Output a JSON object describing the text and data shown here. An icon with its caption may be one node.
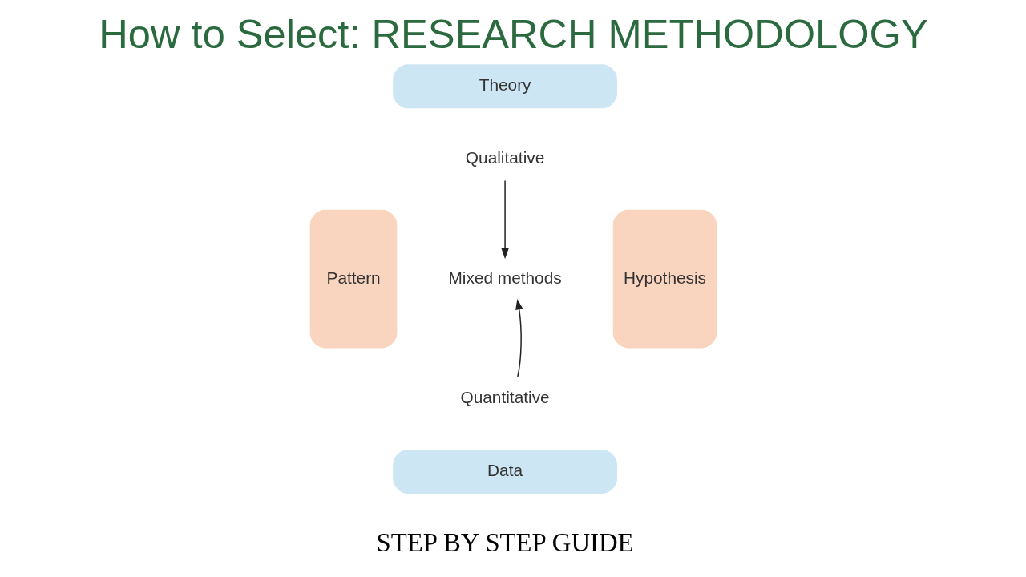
{
  "diagram": {
    "title": "How to Select: RESEARCH METHODOLOGY",
    "caption": "STEP BY STEP GUIDE",
    "nodes": [
      {
        "text": [
          "Theory"
        ]
      },
      {
        "text": [
          "Pattern"
        ]
      },
      {
        "text": [
          "Hypothesis"
        ]
      },
      {
        "text": [
          "Qualitative"
        ]
      },
      {
        "text": [
          "Mixed methods"
        ]
      },
      {
        "text": [
          "Quantitative"
        ]
      },
      {
        "text": [
          "Data"
        ]
      }
    ],
    "edges": [
      {
        "from": 3,
        "to": 4,
        "arrow": "to"
      },
      {
        "from": 5,
        "to": 4,
        "arrow": "to"
      }
    ]
  }
}
